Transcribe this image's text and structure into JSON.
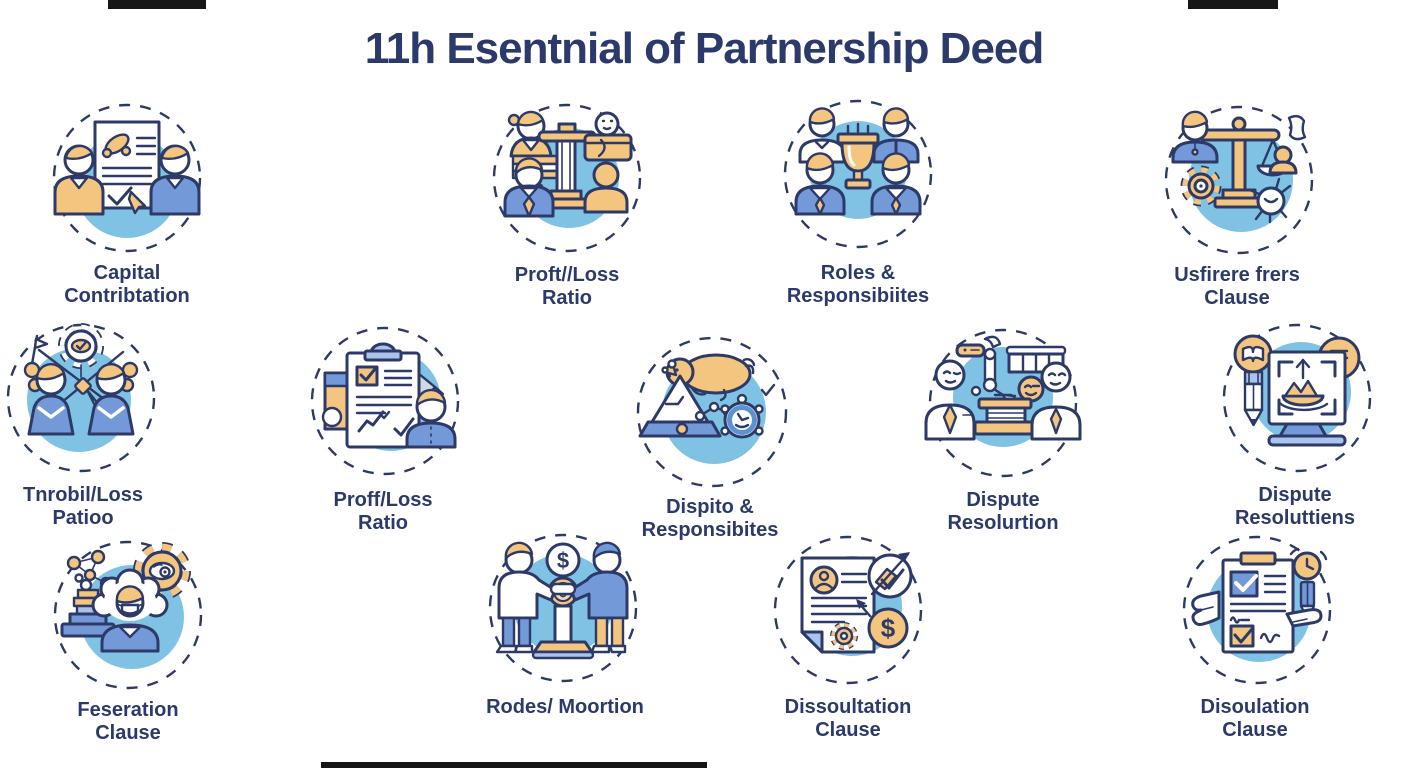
{
  "title": "11h Esentnial of Partnership Deed",
  "glyphs": {
    "dollar": "$"
  },
  "colors": {
    "navy_outline_text": "#2c3a6b",
    "blob_blue": "#7fc2e3",
    "accent_orange": "#f4c57e",
    "person_blue": "#7399d9",
    "light_blue": "#a9c3ea",
    "censor_bar": "#161616"
  },
  "items": [
    {
      "icon": "partners-signing-document-icon",
      "label": "Capital\nContribtation"
    },
    {
      "icon": "people-around-balance-column-icon",
      "label": "Proft//Loss\nRatio"
    },
    {
      "icon": "team-around-trophy-icon",
      "label": "Roles &\nResponsibiites"
    },
    {
      "icon": "scale-of-justice-gear-icon",
      "label": "Usfirere frers\nClause"
    },
    {
      "icon": "partners-crossed-arrows-gear-icon",
      "label": "Tnrobil/Loss\nPatioo"
    },
    {
      "icon": "clipboard-checklist-person-icon",
      "label": "Proff/Loss\nRatio"
    },
    {
      "icon": "animal-over-mountain-clock-icon",
      "label": "Dispito &\nResponsibites"
    },
    {
      "icon": "podium-robotic-arm-people-icon",
      "label": "Dispute\nResolurtion"
    },
    {
      "icon": "monitor-pencil-badge-icon",
      "label": "Dispute\nResoluttiens"
    },
    {
      "icon": "woman-gear-blocks-icon",
      "label": "Feseration\nClause"
    },
    {
      "icon": "handshake-over-coin-pedestal-icon",
      "label": "Rodes/ Moortion"
    },
    {
      "icon": "document-dollar-gear-icon",
      "label": "Dissoultation\nClause"
    },
    {
      "icon": "clipboard-checkboxes-hands-icon",
      "label": "Disoulation\nClause"
    }
  ]
}
